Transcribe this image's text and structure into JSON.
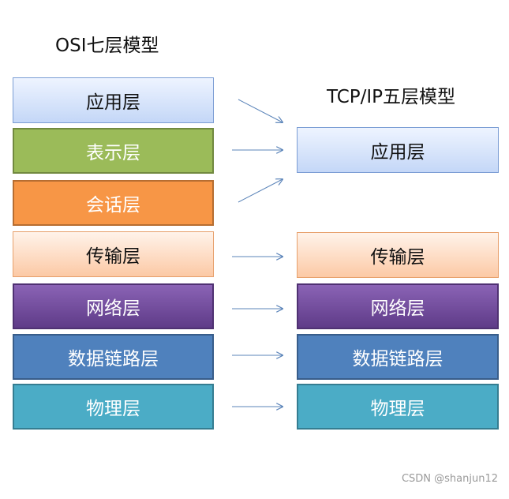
{
  "titles": {
    "osi": "OSI七层模型",
    "tcpip": "TCP/IP五层模型"
  },
  "osi_layers": [
    {
      "label": "应用层"
    },
    {
      "label": "表示层"
    },
    {
      "label": "会话层"
    },
    {
      "label": "传输层"
    },
    {
      "label": "网络层"
    },
    {
      "label": "数据链路层"
    },
    {
      "label": "物理层"
    }
  ],
  "tcpip_layers": [
    {
      "label": "应用层"
    },
    {
      "label": "传输层"
    },
    {
      "label": "网络层"
    },
    {
      "label": "数据链路层"
    },
    {
      "label": "物理层"
    }
  ],
  "colors": {
    "application": "#c4d7f7",
    "presentation": "#9bbb59",
    "session": "#f79646",
    "transport": "#fcc9a5",
    "network": "#7049a0",
    "data_link": "#4f81bd",
    "physical": "#4bacc6",
    "arrow": "#5b84b9"
  },
  "watermark": "CSDN @shanjun12"
}
